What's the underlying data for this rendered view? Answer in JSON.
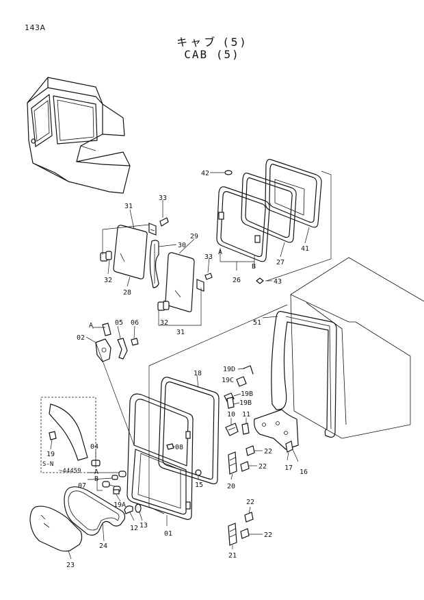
{
  "page": {
    "number": "143A"
  },
  "title": {
    "japanese": "キャブ (5)",
    "english": "CAB (5)"
  },
  "labels": {
    "p42": "42",
    "p33a": "33",
    "p31a": "31",
    "p30": "30",
    "p29": "29",
    "p33b": "33",
    "p32a": "32",
    "p28": "28",
    "p32b": "32",
    "p31b": "31",
    "p26": "26",
    "p27": "27",
    "p41": "41",
    "p43": "43",
    "pA1": "A",
    "pB1": "B",
    "pA2": "A",
    "p05": "05",
    "p06": "06",
    "p02": "02",
    "p51": "51",
    "p18": "18",
    "p19D": "19D",
    "p19C": "19C",
    "p19B1": "19B",
    "p19B2": "19B",
    "p10": "10",
    "p11": "11",
    "p22a": "22",
    "p22b": "22",
    "p17": "17",
    "p16": "16",
    "p20": "20",
    "p08": "08",
    "p15": "15",
    "p04": "04",
    "pA3": "A",
    "pB3": "B",
    "p07": "07",
    "p19A": "19A",
    "p12": "12",
    "p13": "13",
    "p01": "01",
    "p22c": "22",
    "p22d": "22",
    "p21": "21",
    "p24": "24",
    "p23": "23",
    "p19": "19"
  },
  "inset": {
    "serial_prefix": "S-N",
    "serial_number": "~44459"
  }
}
